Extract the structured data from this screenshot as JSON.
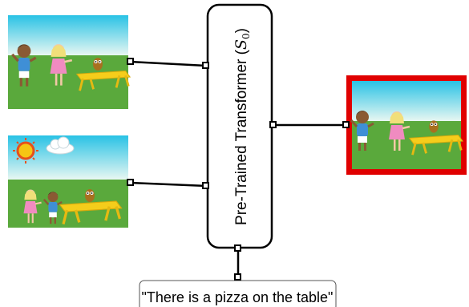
{
  "transformer": {
    "label_prefix": "Pre-Trained Transformer (",
    "label_symbol": "S",
    "label_subscript": "0",
    "label_suffix": ")"
  },
  "caption": {
    "text": "\"There is a pizza on the table\""
  },
  "colors": {
    "sky_top": "#2ec5e6",
    "sky_bottom": "#dff5f2",
    "grass": "#5aa93c",
    "table": "#f2c81a",
    "selection_border": "#e00000",
    "connector": "#000000"
  },
  "scenes": [
    {
      "id": "scene-1",
      "description_icon": "children-owl-table-scene"
    },
    {
      "id": "scene-2",
      "description_icon": "sun-cloud-children-owl-scene"
    },
    {
      "id": "scene-output",
      "description_icon": "selected-output-scene"
    }
  ]
}
